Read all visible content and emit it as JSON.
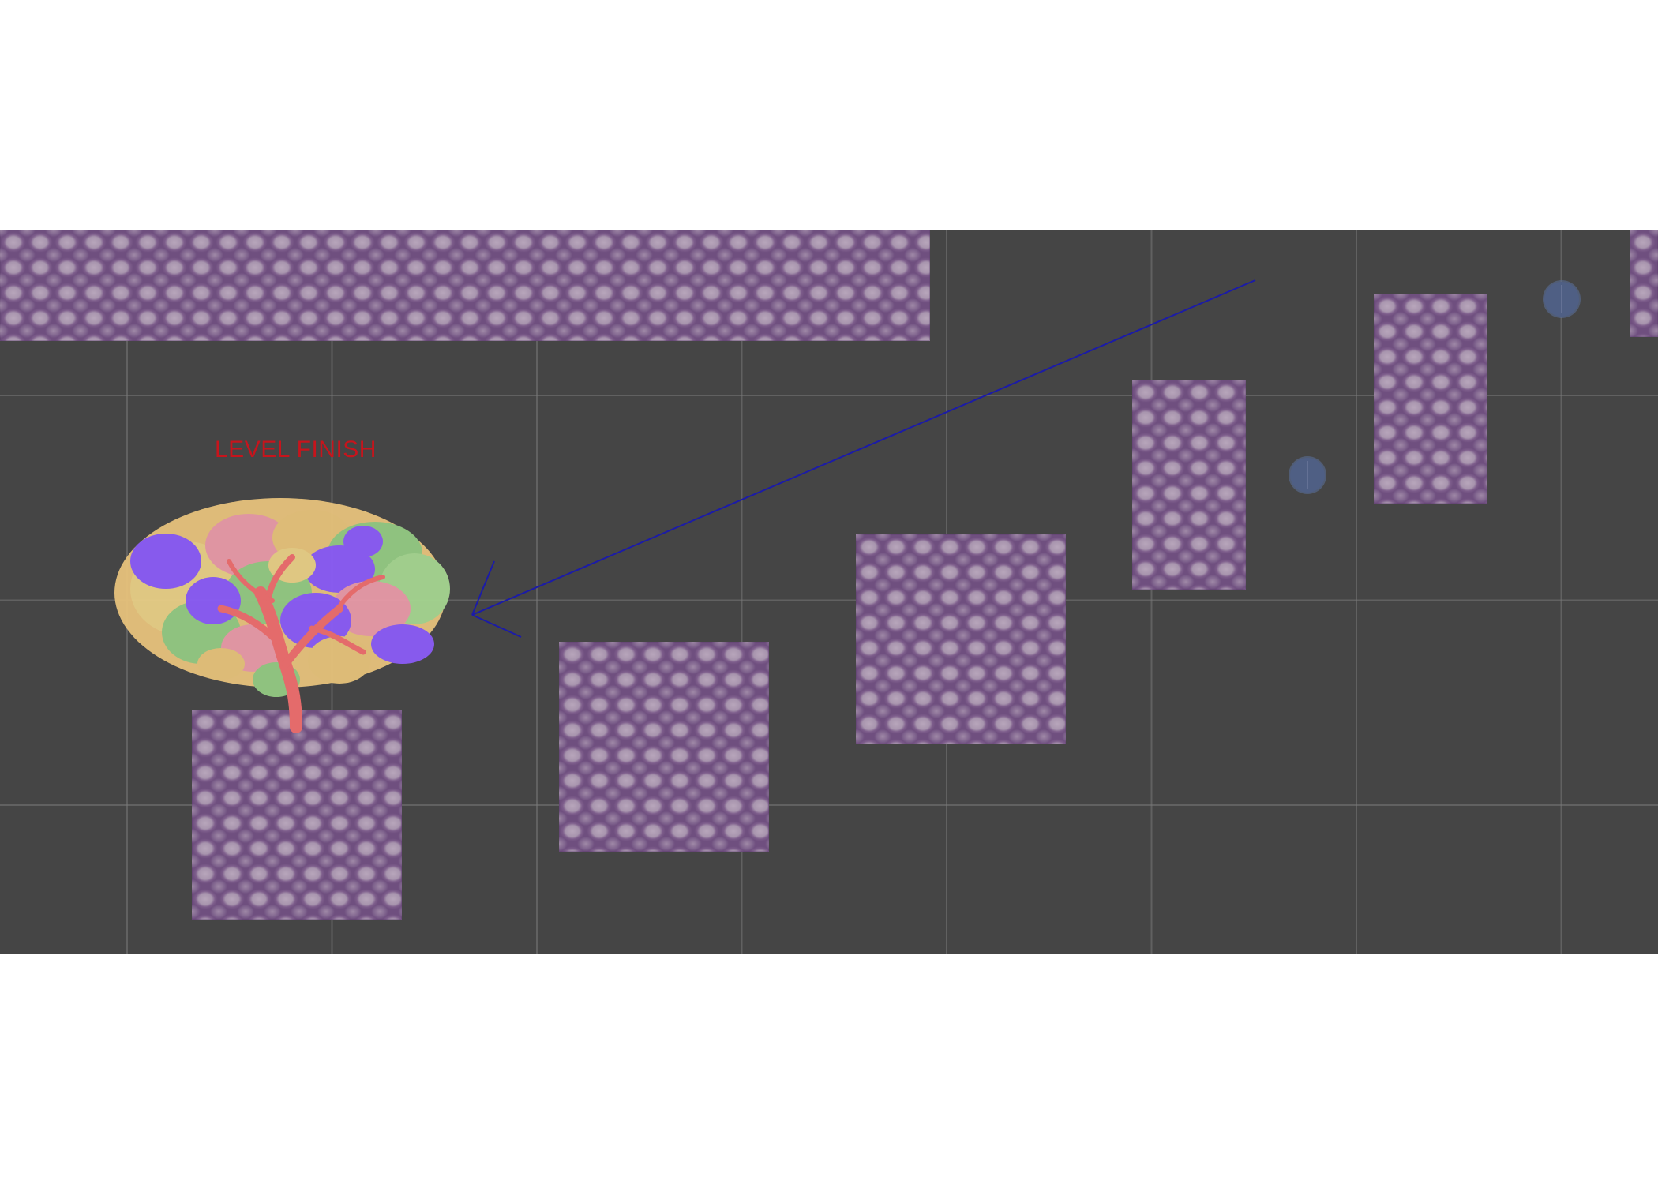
{
  "scene": {
    "finish_label": "LEVEL FINISH",
    "colors": {
      "background": "#454545",
      "grid_line": "#787878",
      "stone": "#9a7fa3",
      "label": "#c7141c",
      "arrow": "#1b1ba8",
      "collectible": "#4f5f84"
    },
    "icons": [
      "tree-sprite",
      "stone-block",
      "collectible-orb",
      "direction-arrow"
    ]
  }
}
